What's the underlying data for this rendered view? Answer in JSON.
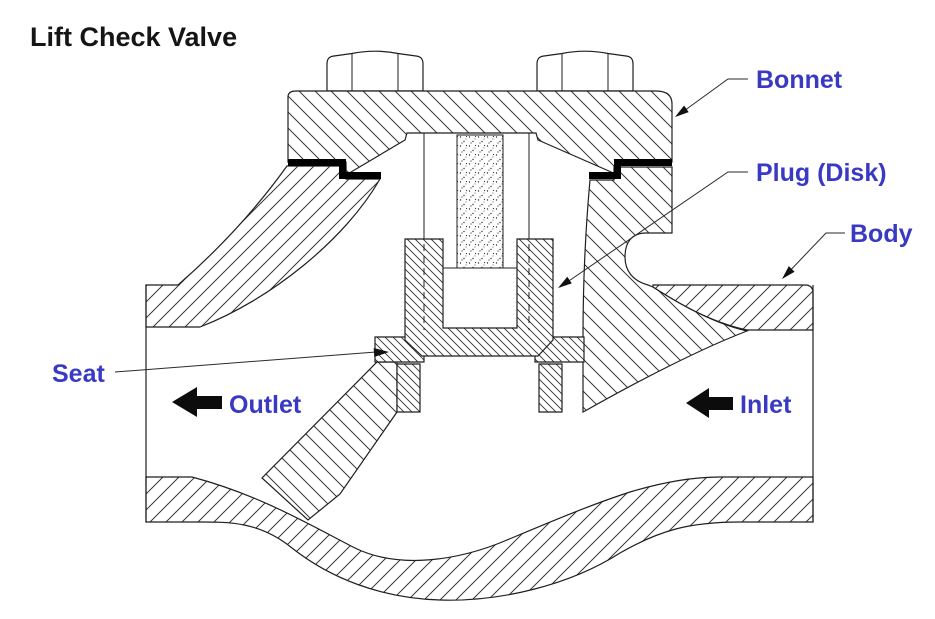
{
  "title": "Lift Check Valve",
  "diagram": {
    "type": "engineering-cross-section",
    "subject": "lift check valve cutaway drawing",
    "labels": {
      "bonnet": "Bonnet",
      "plug": "Plug (Disk)",
      "body": "Body",
      "seat": "Seat",
      "outlet": "Outlet",
      "inlet": "Inlet"
    },
    "flow_arrows": [
      {
        "name": "outlet-flow",
        "direction": "left",
        "label": "Outlet"
      },
      {
        "name": "inlet-flow",
        "direction": "left",
        "label": "Inlet"
      }
    ],
    "parts_pointed_to": [
      "Bonnet",
      "Plug (Disk)",
      "Body",
      "Seat"
    ],
    "colors": {
      "label_blue": "#3939c4",
      "line_ink": "#1f1f1f",
      "gasket_black": "#000000",
      "background": "#ffffff"
    }
  }
}
